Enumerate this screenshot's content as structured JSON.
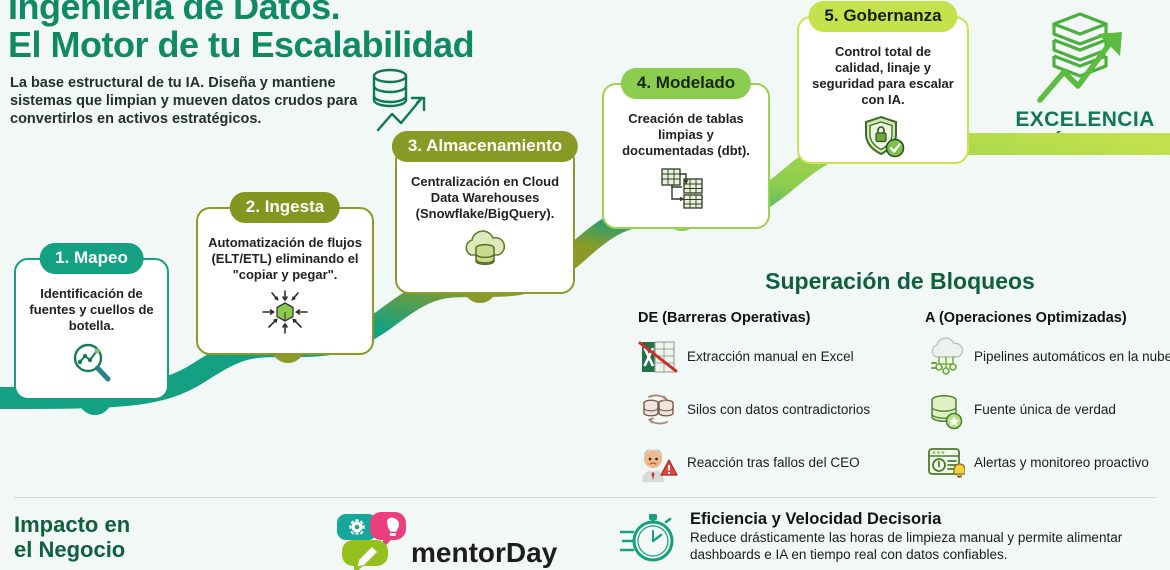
{
  "header": {
    "title_line1": "Ingeniería de Datos.",
    "title_line2": "El Motor de tu Escalabilidad",
    "subtitle": "La base estructural de tu IA. Diseña y mantiene sistemas que limpian y mueven datos crudos para convertirlos en activos estratégicos.",
    "hero_icon": "database-growth-arrow-icon",
    "badge_icon": "layered-data-growth-icon",
    "badge_line1": "EXCELENCIA",
    "badge_line2": "TÉCNICA"
  },
  "steps": [
    {
      "id": 1,
      "title": "1. Mapeo",
      "body": "Identificación de fuentes y cuellos de botella.",
      "icon": "magnifier-analytics-icon",
      "header_color": "#14a183",
      "border_color": "#14a183",
      "header_text_color": "#ffffff"
    },
    {
      "id": 2,
      "title": "2. Ingesta",
      "body": "Automatización de flujos (ELT/ETL) eliminando el \"copiar y pegar\".",
      "icon": "cube-inbound-arrows-icon",
      "header_color": "#84961f",
      "border_color": "#8a9a24",
      "header_text_color": "#ffffff"
    },
    {
      "id": 3,
      "title": "3. Almacenamiento",
      "body": "Centralización en Cloud Data Warehouses (Snowflake/BigQuery).",
      "icon": "cloud-database-icon",
      "header_color": "#8a9a26",
      "border_color": "#8c9b2c",
      "header_text_color": "#ffffff"
    },
    {
      "id": 4,
      "title": "4. Modelado",
      "body": "Creación de tablas limpias y documentadas (dbt).",
      "icon": "table-lineage-icon",
      "header_color": "#8ccc4e",
      "border_color": "#9ed04f",
      "header_text_color": "#16270c"
    },
    {
      "id": 5,
      "title": "5. Gobernanza",
      "body": "Control total de calidad, linaje y seguridad para escalar con IA.",
      "icon": "shield-lock-check-icon",
      "header_color": "#c5e24c",
      "border_color": "#c9e44e",
      "header_text_color": "#13210a"
    }
  ],
  "path": {
    "start_color": "#14a183",
    "mid_color": "#8a9a26",
    "end_color": "#c5e24c",
    "node_colors": [
      "#14a183",
      "#8a9a26",
      "#8a9a26",
      "#8ccc4e",
      "#c5e24c"
    ]
  },
  "bloqueos": {
    "title": "Superación de Bloqueos",
    "left_header": "DE (Barreras Operativas)",
    "right_header": "A (Operaciones Optimizadas)",
    "left_items": [
      {
        "text": "Extracción manual en Excel",
        "icon": "excel-crossed-out-icon"
      },
      {
        "text": "Silos con datos contradictorios",
        "icon": "duplicate-databases-icon"
      },
      {
        "text": "Reacción tras fallos del CEO",
        "icon": "worried-executive-alert-icon"
      }
    ],
    "right_items": [
      {
        "text": "Pipelines automáticos en la nube",
        "icon": "cloud-pipeline-icon"
      },
      {
        "text": "Fuente única de verdad",
        "icon": "database-star-icon"
      },
      {
        "text": "Alertas y monitoreo proactivo",
        "icon": "monitor-bell-alert-icon"
      }
    ]
  },
  "footer": {
    "impact_title_line1": "Impacto en",
    "impact_title_line2": "el Negocio",
    "logo_text": "mentorDay",
    "logo_icon": "mentorday-bubbles-logo",
    "benefit_icon": "stopwatch-speed-icon",
    "benefit_title": "Eficiencia y Velocidad Decisoria",
    "benefit_body": "Reduce drásticamente las horas de limpieza manual y permite alimentar dashboards e IA en tiempo real con datos confiables."
  }
}
